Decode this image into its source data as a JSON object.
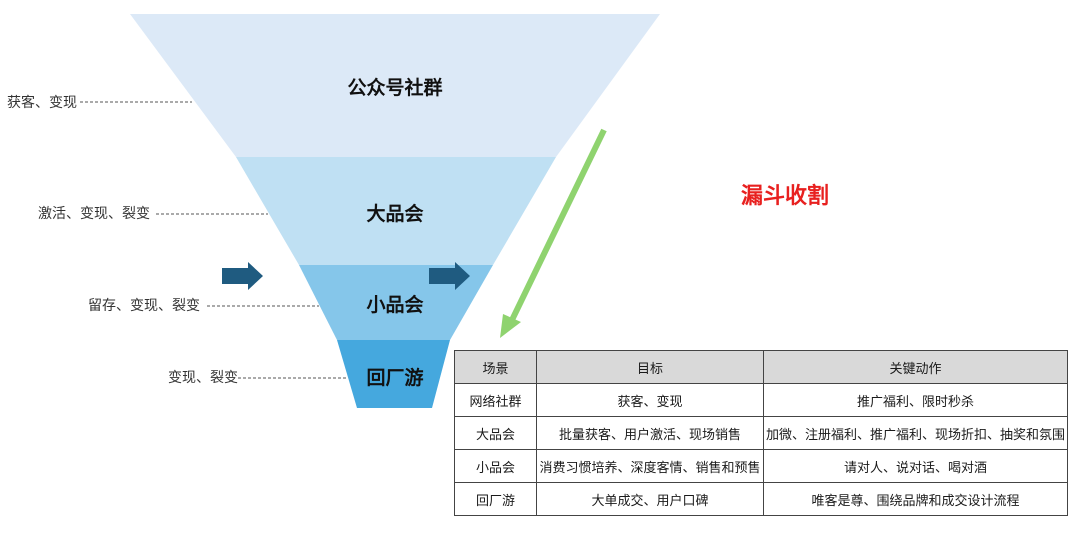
{
  "funnel": {
    "tiers": [
      {
        "label": "公众号社群",
        "side_text": "获客、变现",
        "color": "#dce9f7"
      },
      {
        "label": "大品会",
        "side_text": "激活、变现、裂变",
        "color": "#bfe0f3"
      },
      {
        "label": "小品会",
        "side_text": "留存、变现、裂变",
        "color": "#85c6ea"
      },
      {
        "label": "回厂游",
        "side_text": "变现、裂变",
        "color": "#45a8de"
      }
    ]
  },
  "headline": "漏斗收割",
  "colors": {
    "arrow_dark": "#1f5b80",
    "arrow_green": "#8fd36f",
    "headline": "#e8201f"
  },
  "table": {
    "headers": [
      "场景",
      "目标",
      "关键动作"
    ],
    "rows": [
      [
        "网络社群",
        "获客、变现",
        "推广福利、限时秒杀"
      ],
      [
        "大品会",
        "批量获客、用户激活、现场销售",
        "加微、注册福利、推广福利、现场折扣、抽奖和氛围"
      ],
      [
        "小品会",
        "消费习惯培养、深度客情、销售和预售",
        "请对人、说对话、喝对酒"
      ],
      [
        "回厂游",
        "大单成交、用户口碑",
        "唯客是尊、围绕品牌和成交设计流程"
      ]
    ]
  }
}
